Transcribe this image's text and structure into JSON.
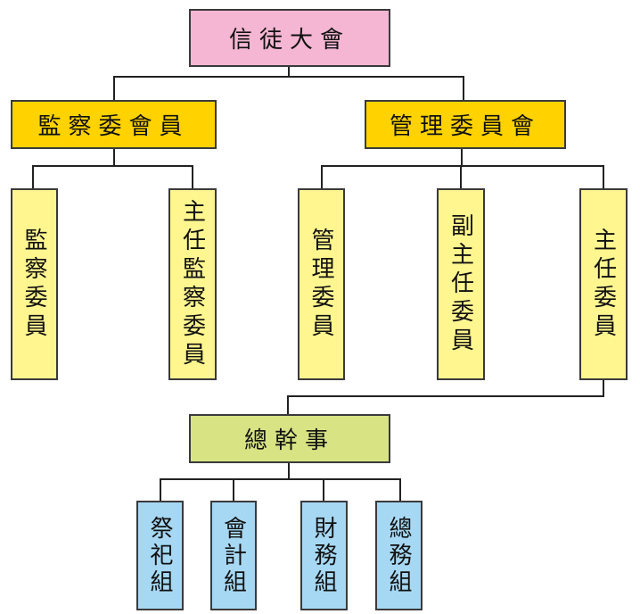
{
  "colors": {
    "root": "#f4b6d2",
    "level2": "#ffd200",
    "level3": "#fff68f",
    "secretary": "#d8e383",
    "groups": "#a6d8f4"
  },
  "root": {
    "label": "信徒大會"
  },
  "supervisory": {
    "label": "監察委會員",
    "members": [
      "監察委員",
      "主任監察委員"
    ]
  },
  "management": {
    "label": "管理委員會",
    "members": [
      "管理委員",
      "副主任委員",
      "主任委員"
    ]
  },
  "secretary": {
    "label": "總幹事"
  },
  "groups": [
    "祭祀組",
    "會計組",
    "財務組",
    "總務組"
  ]
}
